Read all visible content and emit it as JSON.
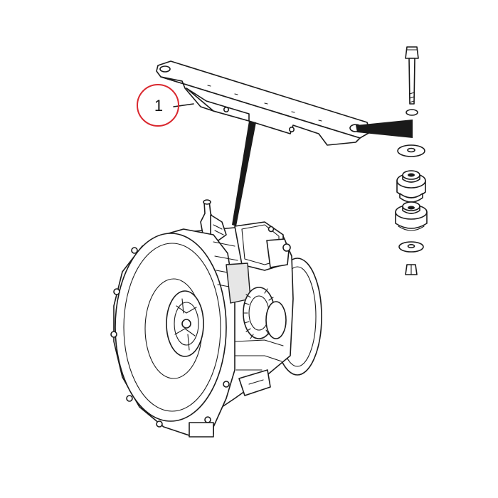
{
  "callout": {
    "number": "1",
    "color": "#d9282f"
  },
  "parts": {
    "bracket": "engine-mount-bracket",
    "hardware": [
      "bolt",
      "washer",
      "rubber-mount",
      "rubber-mount",
      "washer",
      "nut"
    ],
    "engine": "engine"
  }
}
